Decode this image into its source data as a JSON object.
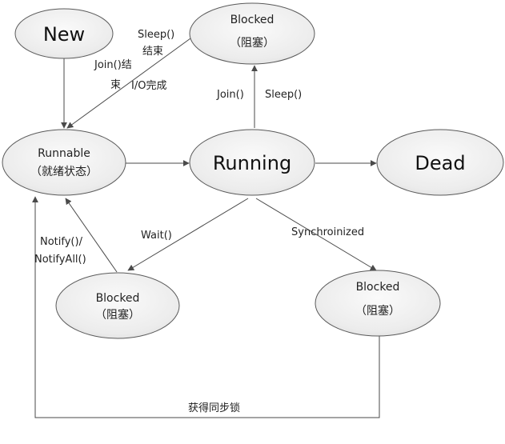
{
  "diagram": {
    "nodes": {
      "new": {
        "title": "New"
      },
      "blocked_top": {
        "title": "Blocked",
        "subtitle": "（阻塞）"
      },
      "runnable": {
        "title": "Runnable",
        "subtitle": "（就绪状态）"
      },
      "running": {
        "title": "Running"
      },
      "dead": {
        "title": "Dead"
      },
      "blocked_left": {
        "title": "Blocked",
        "subtitle": "（阻塞）"
      },
      "blocked_right": {
        "title": "Blocked",
        "subtitle": "（阻塞）"
      }
    },
    "edges": {
      "blocked_top_to_runnable": {
        "label_lines": [
          "Sleep()",
          "结束",
          "Join()结",
          "束",
          "I/O完成"
        ]
      },
      "running_to_blocked_top": {
        "labels": [
          "Join()",
          "Sleep()"
        ]
      },
      "running_to_blocked_left": {
        "label": "Wait()"
      },
      "blocked_left_to_runnable": {
        "label_lines": [
          "Notify()/",
          "NotifyAll()"
        ]
      },
      "running_to_blocked_right": {
        "label": "Synchroinized"
      },
      "blocked_right_to_runnable": {
        "label": "获得同步锁"
      }
    },
    "colors": {
      "node_fill_light": "#fafafa",
      "node_fill_dark": "#d9d9d9",
      "node_stroke": "#5a5a5a",
      "edge_stroke": "#4a4a4a",
      "text": "#111111"
    }
  }
}
